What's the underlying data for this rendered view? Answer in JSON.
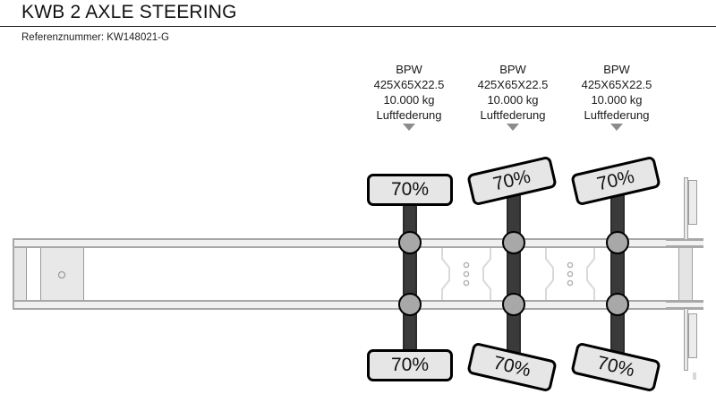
{
  "header": {
    "title": "KWB 2 AXLE STEERING",
    "reference_label": "Referenznummer:",
    "reference_value": "KW148021-G",
    "reference_line": "Referenznummer: KW148021-G"
  },
  "diagram": {
    "type": "trailer-side-view",
    "vehicle": "semi-trailer chassis, 3 axles shown",
    "axle_specs": [
      {
        "brand": "BPW",
        "tire_size": "425X65X22.5",
        "capacity": "10.000 kg",
        "suspension": "Luftfederung",
        "marker": "down-triangle"
      },
      {
        "brand": "BPW",
        "tire_size": "425X65X22.5",
        "capacity": "10.000 kg",
        "suspension": "Luftfederung",
        "marker": "down-triangle"
      },
      {
        "brand": "BPW",
        "tire_size": "425X65X22.5",
        "capacity": "10.000 kg",
        "suspension": "Luftfederung",
        "marker": "down-triangle"
      }
    ],
    "tire_wear": {
      "upper": [
        "70%",
        "70%",
        "70%"
      ],
      "lower": [
        "70%",
        "70%",
        "70%"
      ]
    },
    "colors": {
      "plate_fill": "#e6e6e6",
      "plate_border": "#000000",
      "axle_bar": "#3a3a3a",
      "hub_fill": "#a8a8a8",
      "rail_fill": "#f0f0f0",
      "rail_border": "#a8a8a8",
      "arrow": "#8c8c8c",
      "background": "#ffffff"
    }
  }
}
